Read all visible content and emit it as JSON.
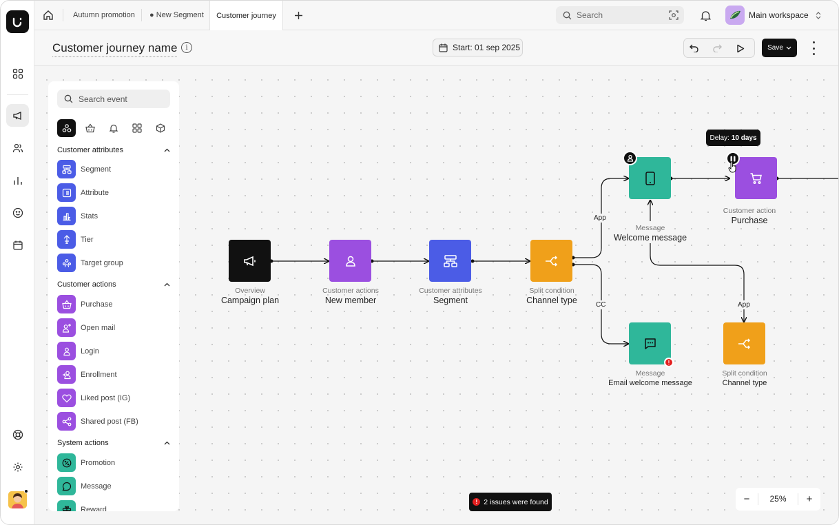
{
  "tabs": [
    {
      "label": "Autumn promotion"
    },
    {
      "label": "● New Segment"
    },
    {
      "label": "Customer journey"
    }
  ],
  "search": {
    "placeholder": "Search"
  },
  "workspace": {
    "name": "Main workspace"
  },
  "header": {
    "title": "Customer journey name",
    "start": "Start: 01 sep 2025",
    "save": "Save"
  },
  "panel": {
    "search_placeholder": "Search event",
    "sections": [
      {
        "title": "Customer attributes",
        "items": [
          "Segment",
          "Attribute",
          "Stats",
          "Tier",
          "Target group"
        ]
      },
      {
        "title": "Customer actions",
        "items": [
          "Purchase",
          "Open mail",
          "Login",
          "Enrollment",
          "Liked post (IG)",
          "Shared post (FB)"
        ]
      },
      {
        "title": "System actions",
        "items": [
          "Promotion",
          "Message",
          "Reward"
        ]
      }
    ]
  },
  "nodes": [
    {
      "type": "Overview",
      "name": "Campaign plan",
      "color": "#111111",
      "icon": "megaphone-icon"
    },
    {
      "type": "Customer actions",
      "name": "New member",
      "color": "#9b4fe0",
      "icon": "user-icon"
    },
    {
      "type": "Customer attributes",
      "name": "Segment",
      "color": "#4b5ce6",
      "icon": "segment-icon"
    },
    {
      "type": "Split condition",
      "name": "Channel type",
      "color": "#f0a01a",
      "icon": "split-icon"
    },
    {
      "type": "Message",
      "name": "Welcome message",
      "color": "#2fb79a",
      "icon": "phone-icon"
    },
    {
      "type": "Customer action",
      "name": "Purchase",
      "color": "#9b4fe0",
      "icon": "cart-icon"
    },
    {
      "type": "Message",
      "name": "Email welcome message",
      "color": "#2fb79a",
      "icon": "chat-icon"
    },
    {
      "type": "Split condition",
      "name": "Channel type",
      "color": "#f0a01a",
      "icon": "split-icon"
    }
  ],
  "edges": {
    "app": "App",
    "cc": "CC",
    "app2": "App"
  },
  "tooltip": {
    "label": "Delay:",
    "value": "10 days"
  },
  "issues": {
    "text": "2 issues were found",
    "mark": "!"
  },
  "zoom": {
    "minus": "−",
    "value": "25%",
    "plus": "+"
  }
}
